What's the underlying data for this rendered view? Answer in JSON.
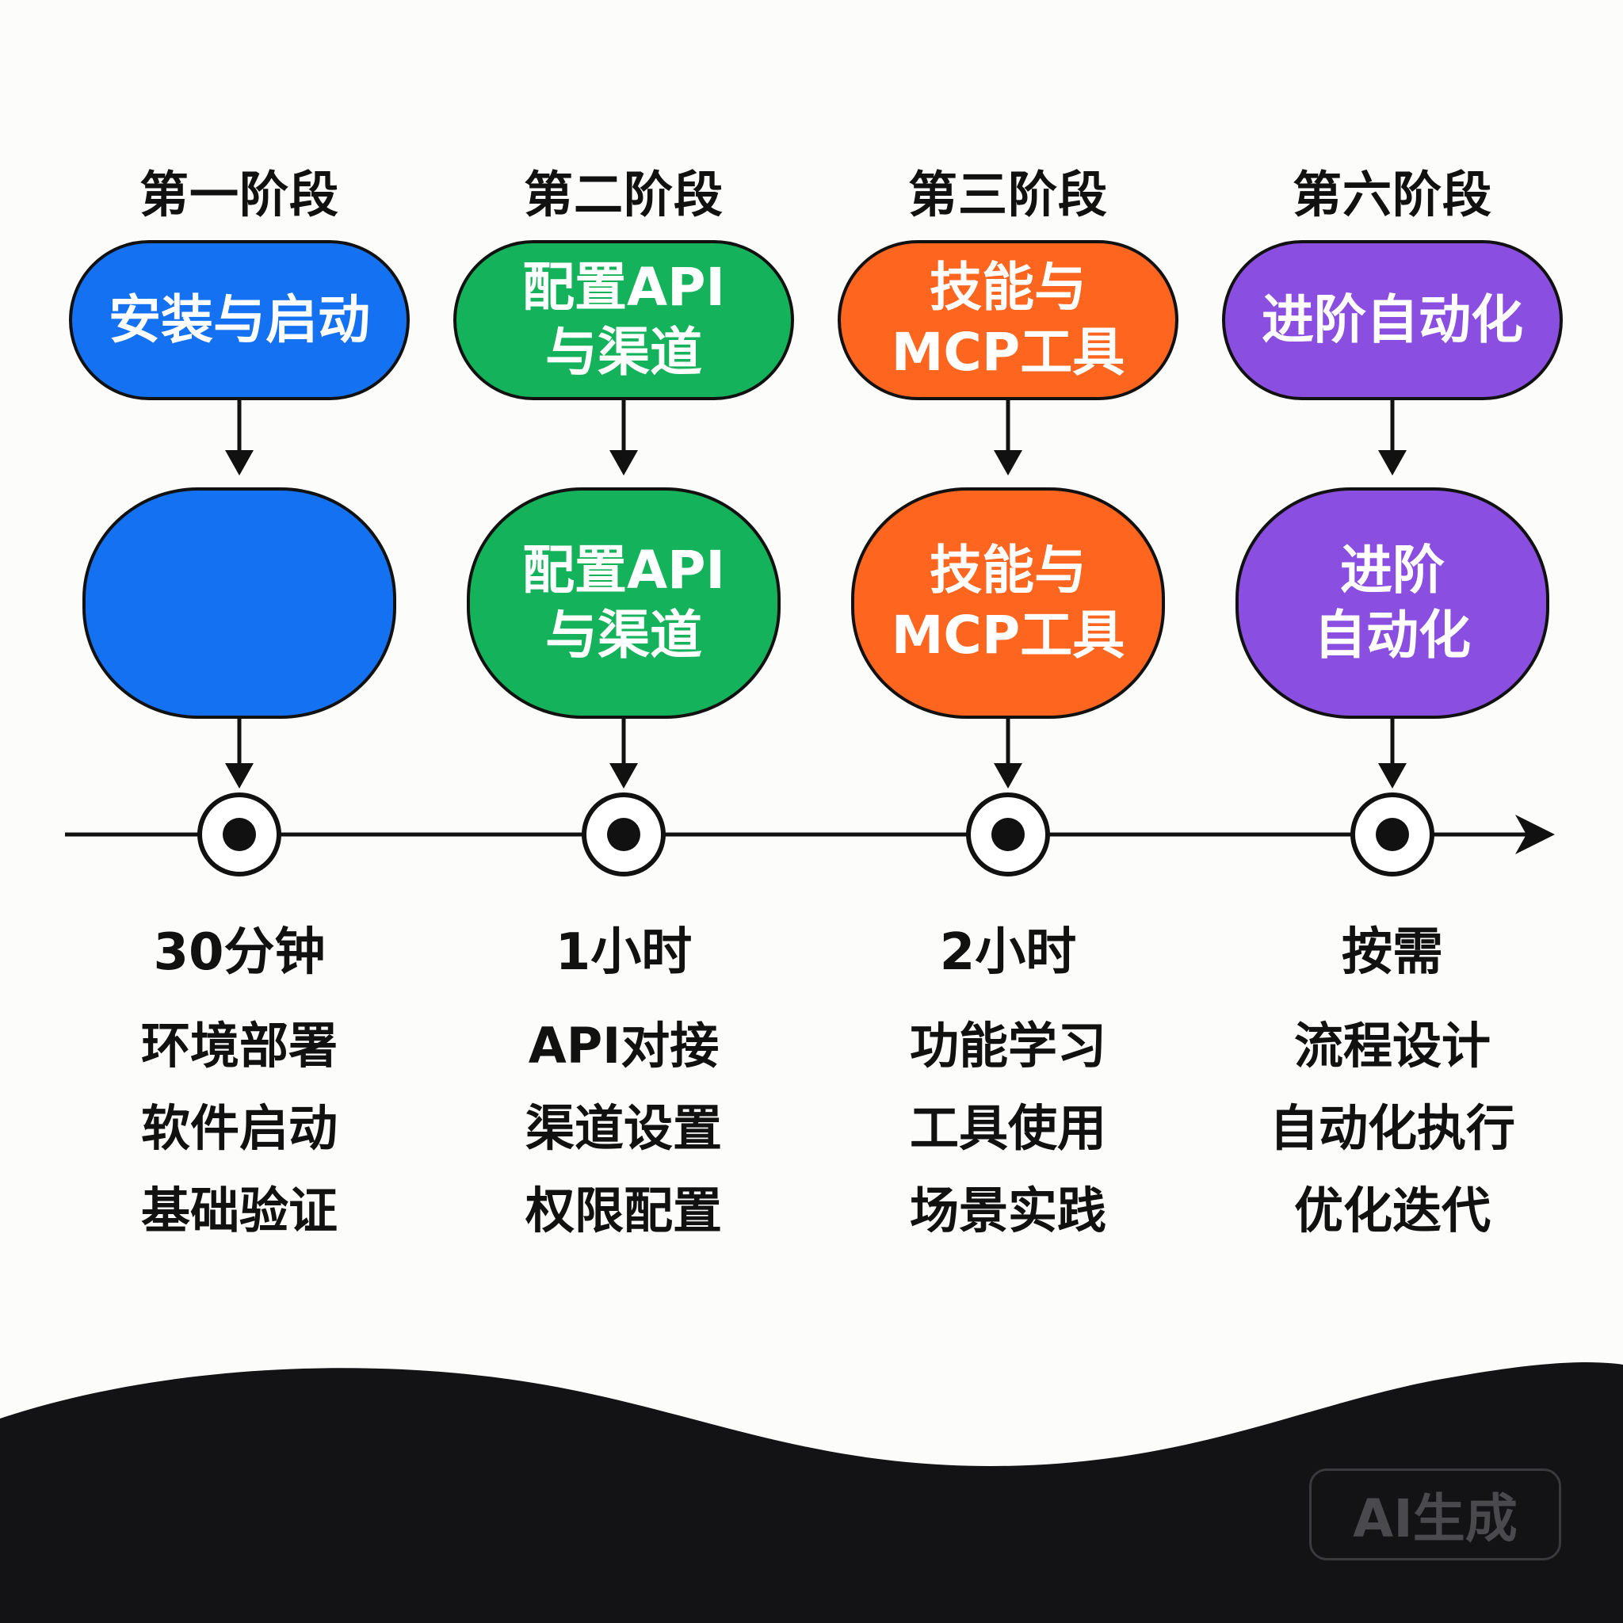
{
  "stages": [
    {
      "label": "第一阶段",
      "top_text": "安装与启动",
      "bottom_text": "",
      "color": "#1472f2",
      "time": "30分钟",
      "tasks": [
        "环境部署",
        "软件启动",
        "基础验证"
      ]
    },
    {
      "label": "第二阶段",
      "top_text": "配置API\n与渠道",
      "bottom_text": "配置API\n与渠道",
      "color": "#14b25a",
      "time": "1小时",
      "tasks": [
        "API对接",
        "渠道设置",
        "权限配置"
      ]
    },
    {
      "label": "第三阶段",
      "top_text": "技能与\nMCP工具",
      "bottom_text": "技能与\nMCP工具",
      "color": "#fe651f",
      "time": "2小时",
      "tasks": [
        "功能学习",
        "工具使用",
        "场景实践"
      ]
    },
    {
      "label": "第六阶段",
      "top_text": "进阶自动化",
      "bottom_text": "进阶\n自动化",
      "color": "#8a4fe0",
      "time": "按需",
      "tasks": [
        "流程设计",
        "自动化执行",
        "优化迭代"
      ]
    }
  ],
  "watermark": "AI生成"
}
